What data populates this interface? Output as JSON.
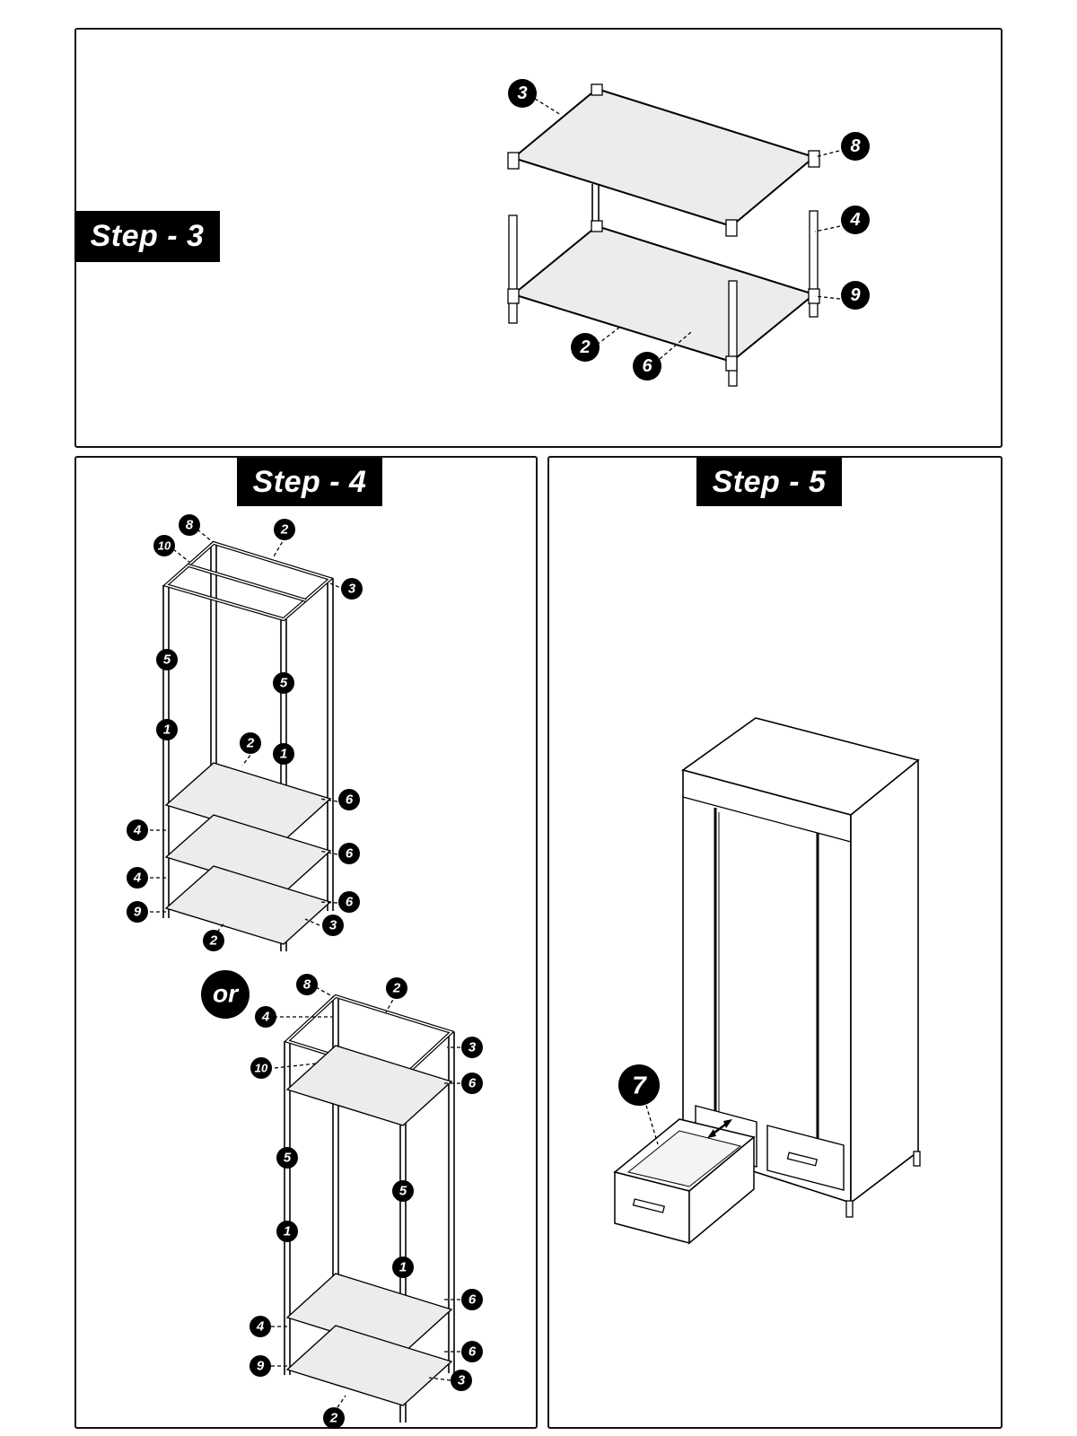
{
  "steps": {
    "step3": {
      "label": "Step - 3"
    },
    "step4": {
      "label": "Step - 4",
      "or_label": "or"
    },
    "step5": {
      "label": "Step - 5"
    }
  },
  "callouts": {
    "step3": [
      "3",
      "8",
      "4",
      "9",
      "2",
      "6"
    ],
    "step4_a": [
      "8",
      "2",
      "10",
      "3",
      "5",
      "5",
      "1",
      "2",
      "1",
      "6",
      "4",
      "6",
      "4",
      "6",
      "9",
      "3",
      "2"
    ],
    "step4_b": [
      "8",
      "2",
      "4",
      "3",
      "10",
      "6",
      "5",
      "5",
      "1",
      "1",
      "6",
      "4",
      "6",
      "9",
      "3",
      "2"
    ],
    "step5": [
      "7"
    ]
  }
}
